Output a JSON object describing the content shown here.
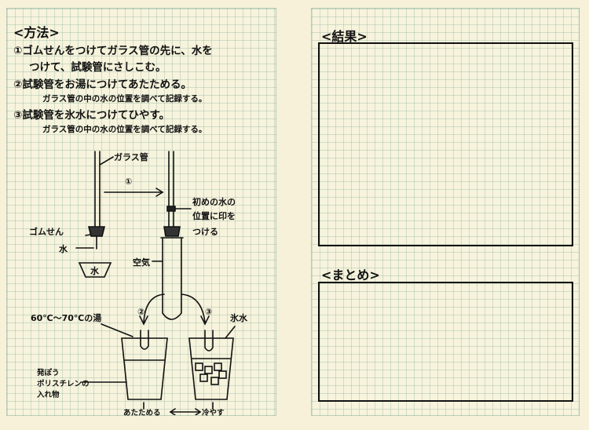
{
  "method": {
    "heading": "<方法>",
    "step1_line1": "①ゴムせんをつけてガラス管の先に、水を",
    "step1_line2": "つけて、試験管にさしこむ。",
    "step2": "②試験管をお湯につけてあたためる。",
    "step2_note": "ガラス管の中の水の位置を調べて記録する。",
    "step3": "③試験管を氷水につけてひやす。",
    "step3_note": "ガラス管の中の水の位置を調べて記録する。"
  },
  "diagram": {
    "glass_tube": "ガラス管",
    "arrow_step": "①",
    "mark_line1": "初めの水の",
    "mark_line2": "位置に印を",
    "mark_line3": "つける",
    "rubber_stopper": "ゴムせん",
    "water_label": "水",
    "dish_label": "水",
    "air": "空気",
    "hot_water": "60℃～70℃の湯",
    "step2_circle": "②",
    "step3_circle": "③",
    "ice_water": "氷水",
    "container_line1": "発ぽう",
    "container_line2": "ポリスチレンの",
    "container_line3": "入れ物",
    "warm": "あたためる",
    "cool": "冷やす"
  },
  "results": {
    "heading": "<結果>"
  },
  "summary": {
    "heading": "<まとめ>"
  }
}
